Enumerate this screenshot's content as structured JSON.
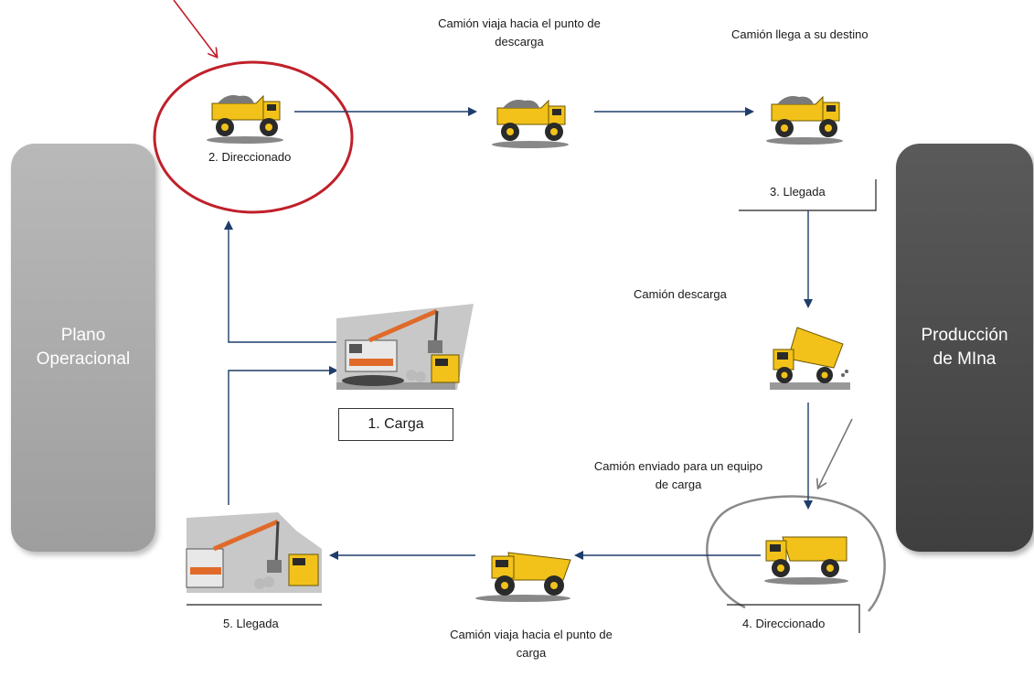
{
  "panels": {
    "left": [
      "Plano",
      "Operacional"
    ],
    "right": [
      "Producción",
      "de MIna"
    ]
  },
  "captions": {
    "top_middle": [
      "Camión viaja hacia el punto de",
      "descarga"
    ],
    "top_right": "Camión llega a su destino",
    "unload": "Camión descarga",
    "sent": [
      "Camión enviado para un equipo",
      "de carga"
    ],
    "bottom_middle": [
      "Camión viaja hacia el punto de",
      "carga"
    ]
  },
  "steps": {
    "s1": "1. Carga",
    "s2": "2. Direccionado",
    "s3": "3. Llegada",
    "s4": "4. Direccionado",
    "s5": "5. Llegada"
  },
  "colors": {
    "arrow": "#1f3d6b",
    "highlight_circle": "#c0202a",
    "truck_yellow": "#f2c21a",
    "panel_light": "#a8a8a8",
    "panel_dark": "#4a4a4a"
  }
}
